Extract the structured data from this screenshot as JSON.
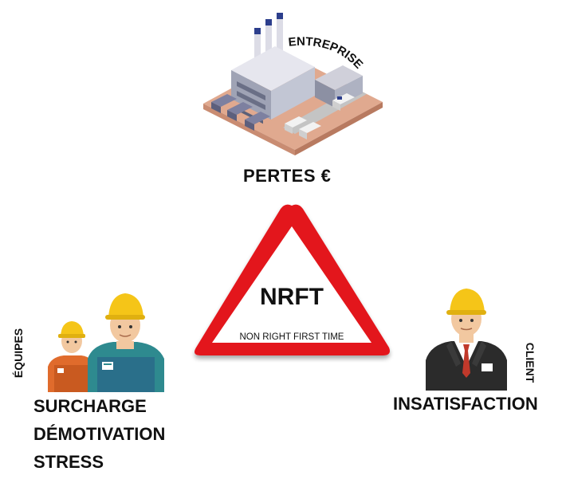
{
  "diagram": {
    "center": {
      "title": "NRFT",
      "subtitle": "NON RIGHT FIRST TIME"
    },
    "top": {
      "icon": "factory-icon",
      "tag": "ENTREPRISE",
      "label": "PERTES €"
    },
    "left": {
      "icon": "workers-icon",
      "tag": "ÉQUIPES",
      "lines": [
        "SURCHARGE",
        "DÉMOTIVATION",
        "STRESS"
      ]
    },
    "right": {
      "icon": "businessman-icon",
      "tag": "CLIENT",
      "label": "INSATISFACTION"
    }
  },
  "colors": {
    "warning_red": "#e3171d",
    "helmet_yellow": "#f5c518",
    "worker_teal": "#2e8a8f",
    "worker_orange": "#e06b2c",
    "suit_dark": "#2b2b2b"
  }
}
